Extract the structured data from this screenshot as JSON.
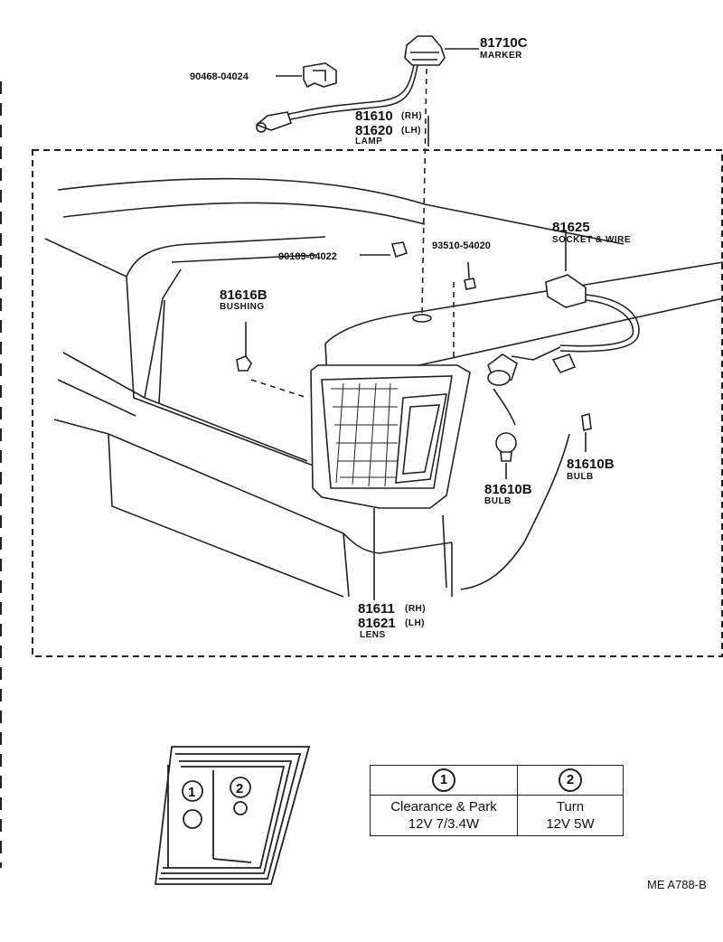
{
  "parts": {
    "marker_pn": "81710C",
    "marker_desc": "MARKER",
    "clip_pn": "90468-04024",
    "lamp_rh_pn": "81610",
    "lamp_rh_side": "(RH)",
    "lamp_lh_pn": "81620",
    "lamp_lh_side": "(LH)",
    "lamp_desc": "LAMP",
    "nut_pn": "90189-04022",
    "screw_pn": "93510-54020",
    "socket_pn": "81625",
    "socket_desc": "SOCKET & WIRE",
    "bushing_pn": "81616B",
    "bushing_desc": "BUSHING",
    "bulb1_pn": "81610B",
    "bulb1_desc": "BULB",
    "bulb2_pn": "81610B",
    "bulb2_desc": "BULB",
    "lens_rh_pn": "81611",
    "lens_rh_side": "(RH)",
    "lens_lh_pn": "81621",
    "lens_lh_side": "(LH)",
    "lens_desc": "LENS"
  },
  "inset": {
    "mark1": "1",
    "mark2": "2"
  },
  "legend": {
    "col1_mark": "1",
    "col2_mark": "2",
    "col1_line1": "Clearance & Park",
    "col1_line2": "12V 7/3.4W",
    "col2_line1": "Turn",
    "col2_line2": "12V 5W"
  },
  "figure_code": "ME  A788-B"
}
